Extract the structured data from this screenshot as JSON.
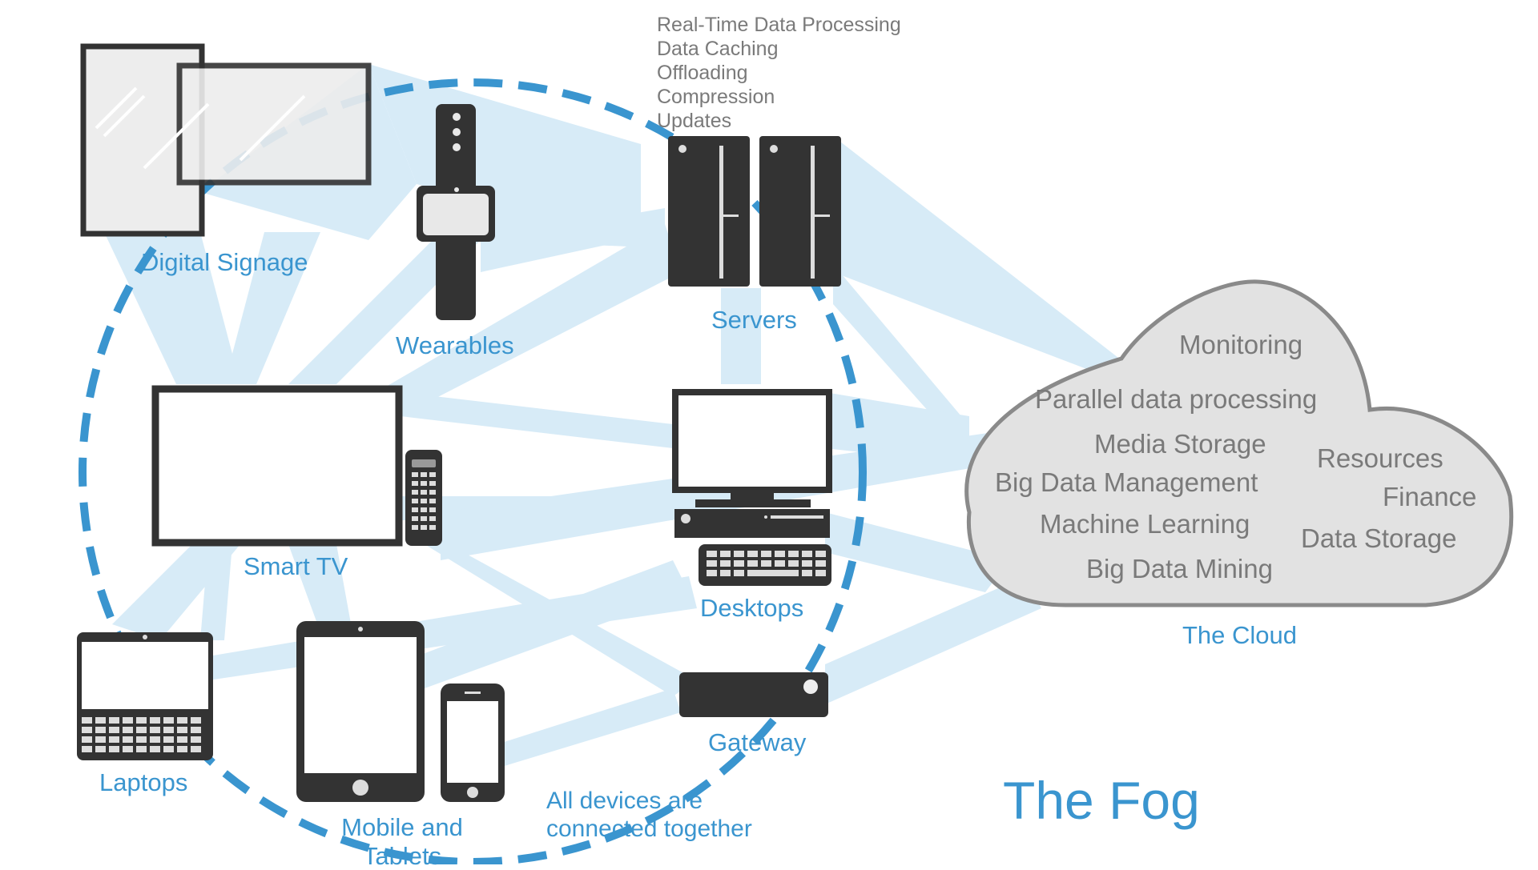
{
  "diagram": {
    "title": "The Fog",
    "devices": {
      "digital_signage": "Digital Signage",
      "wearables": "Wearables",
      "servers": "Servers",
      "smart_tv": "Smart TV",
      "desktops": "Desktops",
      "laptops": "Laptops",
      "mobile_line1": "Mobile and",
      "mobile_line2": "Tablets",
      "gateway": "Gateway"
    },
    "server_functions": [
      "Real-Time Data Processing",
      "Data Caching",
      "Offloading",
      "Compression",
      "Updates"
    ],
    "connected_note_line1": "All devices are",
    "connected_note_line2": "connected together",
    "cloud": {
      "label": "The Cloud",
      "items": {
        "monitoring": "Monitoring",
        "parallel": "Parallel data processing",
        "media_storage": "Media Storage",
        "big_data_management": "Big Data Management",
        "machine_learning": "Machine Learning",
        "big_data_mining": "Big Data Mining",
        "resources": "Resources",
        "finance": "Finance",
        "data_storage": "Data Storage"
      }
    },
    "colors": {
      "accent": "#3a95cf",
      "beam": "#d7ebf7",
      "device": "#333333",
      "cloud_fill": "#e2e2e2",
      "cloud_stroke": "#8a8a8a",
      "text_gray": "#7a7a7a"
    }
  }
}
